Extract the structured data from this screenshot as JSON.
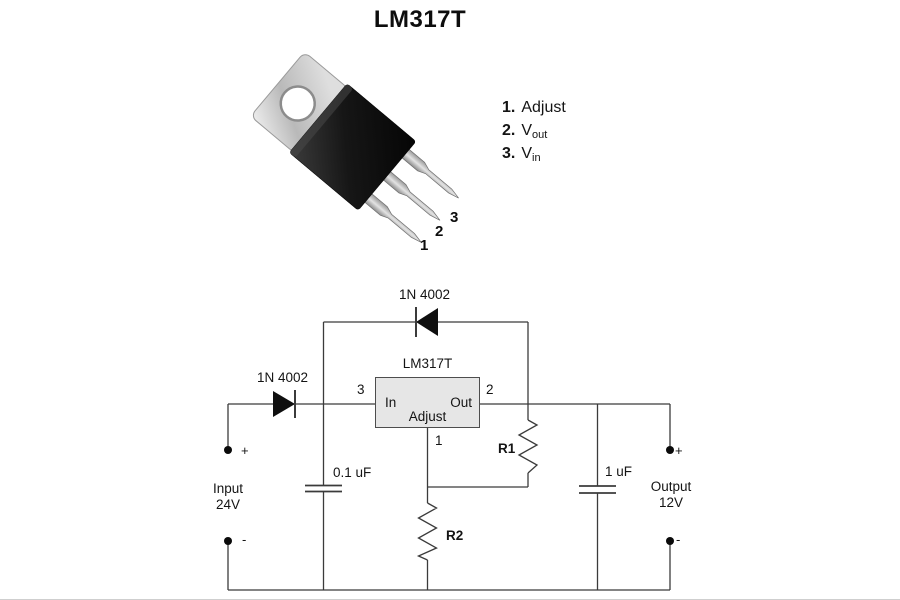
{
  "title": "LM317T",
  "package": {
    "pin_markers": [
      "1",
      "2",
      "3"
    ]
  },
  "legend": {
    "items": [
      {
        "num": "1.",
        "name": "Adjust",
        "sub": ""
      },
      {
        "num": "2.",
        "name": "V",
        "sub": "out"
      },
      {
        "num": "3.",
        "name": "V",
        "sub": "in"
      }
    ]
  },
  "schematic": {
    "protection_diode_label": "1N 4002",
    "input_diode_label": "1N 4002",
    "regulator": {
      "name": "LM317T",
      "in_label": "In",
      "out_label": "Out",
      "adjust_label": "Adjust",
      "in_pin_num": "3",
      "out_pin_num": "2",
      "adjust_pin_num": "1"
    },
    "r1_label": "R1",
    "r2_label": "R2",
    "c1_label": "0.1 uF",
    "c2_label": "1 uF",
    "input": {
      "title": "Input",
      "voltage": "24V",
      "plus": "+",
      "minus": "-"
    },
    "output": {
      "title": "Output",
      "voltage": "12V",
      "plus": "+",
      "minus": "-"
    }
  },
  "colors": {
    "wire": "#3b3b3b",
    "component_fill": "#0f0f0f",
    "regulator_fill": "#e6e6e6"
  }
}
